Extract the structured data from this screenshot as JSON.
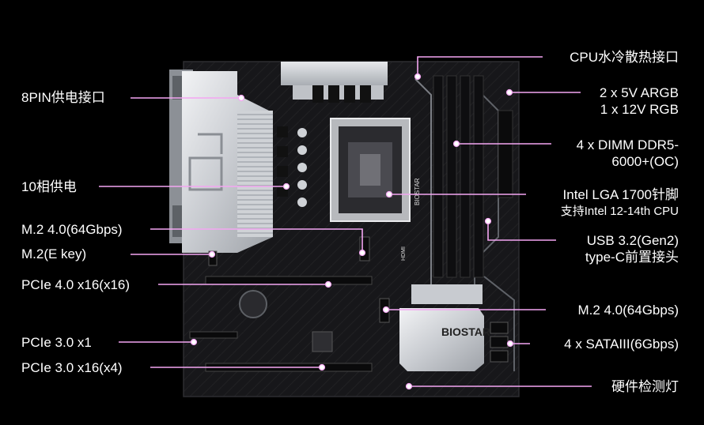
{
  "colors": {
    "background": "#000000",
    "callout_line": "#f4a6f2",
    "callout_dot": "#ffffff",
    "board": "#1a1a1c",
    "heatsink": "#d4d6da",
    "text": "#ffffff"
  },
  "board_printing": {
    "brand": "BIOSTAR",
    "hdmi": "HDMI"
  },
  "labels": {
    "left": [
      {
        "id": "8pin",
        "lines": [
          "8PIN供电接口"
        ]
      },
      {
        "id": "vrm",
        "lines": [
          "10相供电"
        ]
      },
      {
        "id": "m2a",
        "lines": [
          "M.2 4.0(64Gbps)"
        ]
      },
      {
        "id": "m2e",
        "lines": [
          "M.2(E key)"
        ]
      },
      {
        "id": "pcie16",
        "lines": [
          "PCIe 4.0 x16(x16)"
        ]
      },
      {
        "id": "pcie1",
        "lines": [
          "PCIe 3.0 x1"
        ]
      },
      {
        "id": "pcie4",
        "lines": [
          "PCIe 3.0 x16(x4)"
        ]
      }
    ],
    "right": [
      {
        "id": "cpufan",
        "lines": [
          "CPU水冷散热接口"
        ]
      },
      {
        "id": "argb",
        "lines": [
          "2 x 5V ARGB",
          "1 x 12V RGB"
        ]
      },
      {
        "id": "dimm",
        "lines": [
          "4 x DIMM DDR5-",
          "6000+(OC)"
        ]
      },
      {
        "id": "cpu",
        "lines": [
          "Intel LGA 1700针脚",
          "支持Intel 12-14th CPU"
        ]
      },
      {
        "id": "usbc",
        "lines": [
          "USB 3.2(Gen2)",
          "type-C前置接头"
        ]
      },
      {
        "id": "m2b",
        "lines": [
          "M.2 4.0(64Gbps)"
        ]
      },
      {
        "id": "sata",
        "lines": [
          "4 x SATAIII(6Gbps)"
        ]
      },
      {
        "id": "led",
        "lines": [
          "硬件检测灯"
        ]
      }
    ]
  }
}
